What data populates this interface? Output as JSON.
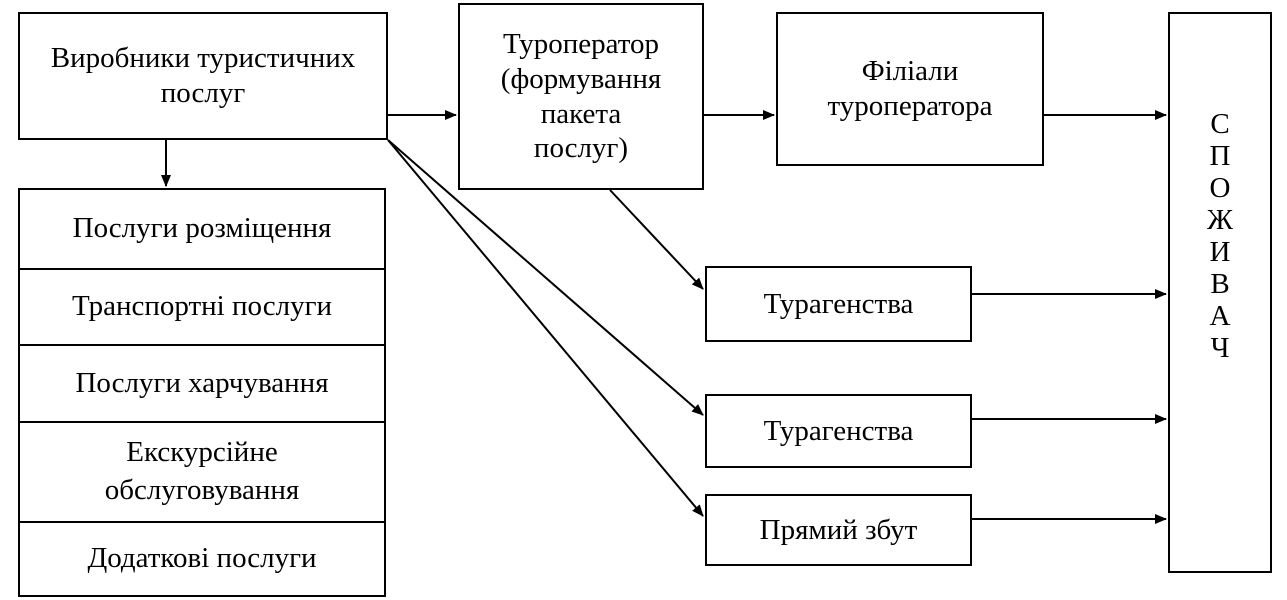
{
  "producer": {
    "label": "Виробники туристичних\nпослуг"
  },
  "tour_operator": {
    "label": "Туроператор\n(формування\nпакета\nпослуг)"
  },
  "branches": {
    "label": "Філіали\nтуроператора"
  },
  "services": [
    {
      "label": "Послуги розміщення"
    },
    {
      "label": "Транспортні послуги"
    },
    {
      "label": "Послуги харчування"
    },
    {
      "label": "Екскурсійне\nобслуговування"
    },
    {
      "label": "Додаткові послуги"
    }
  ],
  "agency_1": {
    "label": "Турагенства"
  },
  "agency_2": {
    "label": "Турагенства"
  },
  "direct_sales": {
    "label": "Прямий збут"
  },
  "consumer": {
    "letters": [
      "С",
      "П",
      "О",
      "Ж",
      "И",
      "В",
      "А",
      "Ч"
    ]
  }
}
